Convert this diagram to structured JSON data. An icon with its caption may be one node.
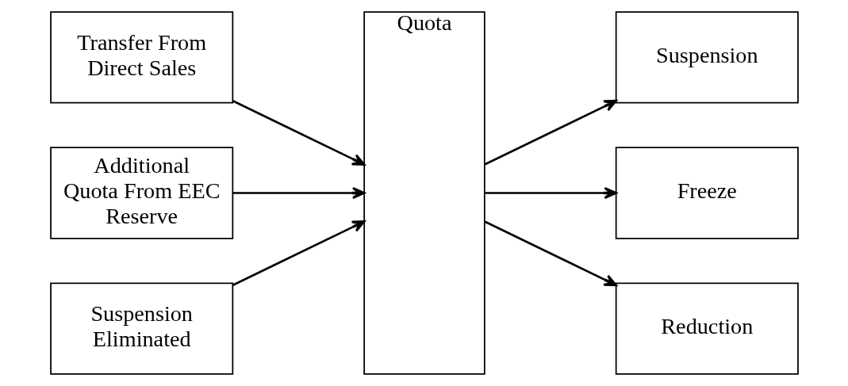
{
  "diagram": {
    "nodes": [
      {
        "text": [
          "Transfer From Direct Sales"
        ]
      },
      {
        "text": [
          "Additional Quota From EEC Reserve"
        ]
      },
      {
        "text": [
          "Suspension Eliminated"
        ]
      },
      {
        "text": [
          "Quota"
        ]
      },
      {
        "text": [
          "Suspension"
        ]
      },
      {
        "text": [
          "Freeze"
        ]
      },
      {
        "text": [
          "Reduction"
        ]
      }
    ],
    "edges": [
      {
        "from": 0,
        "to": 3,
        "arrow": "to"
      },
      {
        "from": 1,
        "to": 3,
        "arrow": "to"
      },
      {
        "from": 2,
        "to": 3,
        "arrow": "to"
      },
      {
        "from": 3,
        "to": 4,
        "arrow": "to"
      },
      {
        "from": 3,
        "to": 5,
        "arrow": "to"
      },
      {
        "from": 3,
        "to": 6,
        "arrow": "to"
      }
    ]
  }
}
